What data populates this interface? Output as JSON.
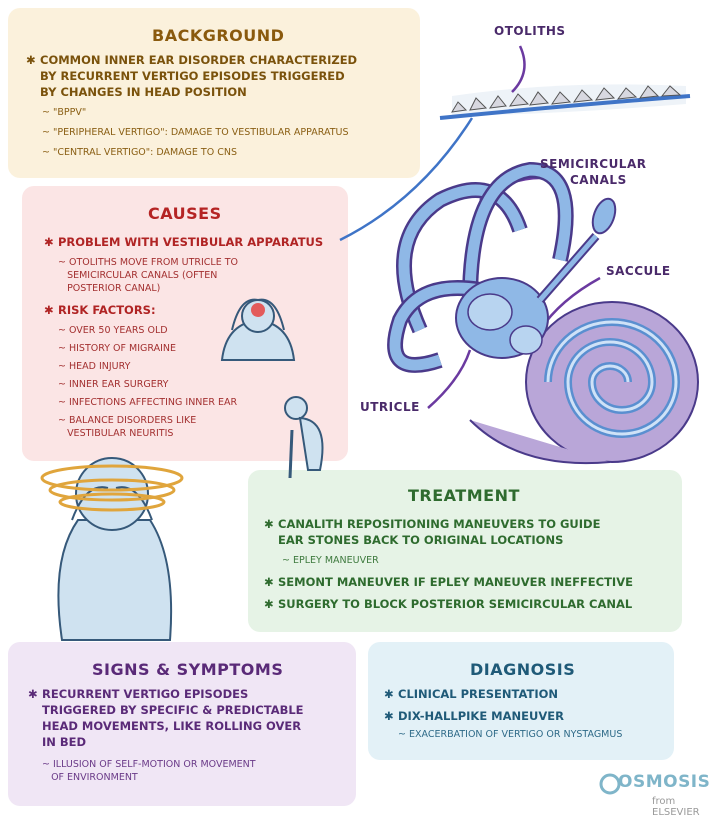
{
  "background": {
    "title": "BACKGROUND",
    "bullet": [
      "COMMON INNER EAR DISORDER CHARACTERIZED",
      "by RECURRENT VERTIGO EPISODES TRIGGERED",
      "by CHANGES in HEAD POSITION"
    ],
    "subs": [
      "\"BPPV\"",
      "\"PERIPHERAL VERTIGO\": DAMAGE to VESTIBULAR APPARATUS",
      "\"CENTRAL VERTIGO\": DAMAGE to CNS"
    ]
  },
  "causes": {
    "title": "CAUSES",
    "bullet1": "PROBLEM with VESTIBULAR APPARATUS",
    "sub1": [
      "OTOLITHS MOVE from UTRICLE to",
      "SEMICIRCULAR CANALS (OFTEN",
      "POSTERIOR CANAL)"
    ],
    "bullet2": "RISK FACTORS:",
    "risk": [
      "OVER 50 YEARS OLD",
      "HISTORY of MIGRAINE",
      "HEAD INJURY",
      "INNER EAR SURGERY",
      "INFECTIONS affecting INNER EAR"
    ],
    "risk_last": [
      "BALANCE DISORDERS like",
      "VESTIBULAR NEURITIS"
    ]
  },
  "treatment": {
    "title": "TREATMENT",
    "bullet1": [
      "CANALITH REPOSITIONING MANEUVERS to GUIDE",
      "EAR STONES BACK to ORIGINAL LOCATIONS"
    ],
    "sub1": "EPLEY MANEUVER",
    "bullet2": "SEMONT MANEUVER if EPLEY MANEUVER INEFFECTIVE",
    "bullet3": "SURGERY to BLOCK POSTERIOR SEMICIRCULAR CANAL"
  },
  "signs": {
    "title": "SIGNS & SYMPTOMS",
    "bullet": [
      "RECURRENT VERTIGO EPISODES",
      "TRIGGERED by SPECIFIC & PREDICTABLE",
      "HEAD MOVEMENTS, like ROLLING OVER",
      "in BED"
    ],
    "sub": [
      "ILLUSION of SELF-MOTION or MOVEMENT",
      "of ENVIRONMENT"
    ]
  },
  "diagnosis": {
    "title": "DIAGNOSIS",
    "bullet1": "CLINICAL PRESENTATION",
    "bullet2": "DIX-HALLPIKE MANEUVER",
    "sub": "EXACERBATION of VERTIGO or NYSTAGMUS"
  },
  "labels": {
    "otoliths": "OTOLITHS",
    "semicircular": [
      "SEMICIRCULAR",
      "CANALS"
    ],
    "saccule": "SACCULE",
    "utricle": "UTRICLE"
  },
  "logo": {
    "name": "OSMOSIS",
    "sub": "from ELSEVIER"
  },
  "colors": {
    "background": "#fbf1dc",
    "causes": "#fbe5e5",
    "treatment": "#e6f3e6",
    "signs": "#f0e6f5",
    "diagnosis": "#e3f1f7",
    "ear": "#8fb8e6",
    "ear_outline": "#4a3a8a"
  }
}
